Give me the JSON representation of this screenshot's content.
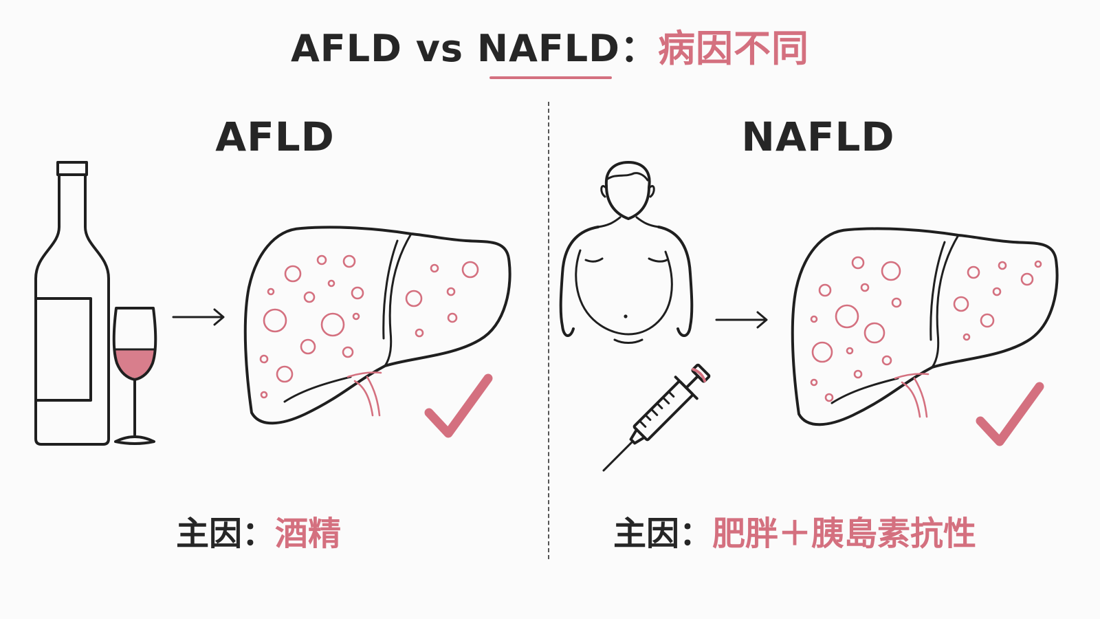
{
  "title": {
    "main": "AFLD vs NAFLD：",
    "accent": "病因不同"
  },
  "left_panel": {
    "heading": "AFLD",
    "cause_label": "主因：",
    "cause_value": "酒精",
    "icons": [
      "wine-bottle-icon",
      "wine-glass-icon",
      "arrow-right-icon",
      "fatty-liver-icon",
      "checkmark-icon"
    ]
  },
  "right_panel": {
    "heading": "NAFLD",
    "cause_label": "主因：",
    "cause_value": "肥胖＋胰島素抗性",
    "icons": [
      "obese-person-icon",
      "syringe-icon",
      "arrow-right-icon",
      "fatty-liver-icon",
      "checkmark-icon"
    ]
  },
  "colors": {
    "accent": "#d4707f",
    "ink": "#262626",
    "background": "#fbfbfb"
  }
}
